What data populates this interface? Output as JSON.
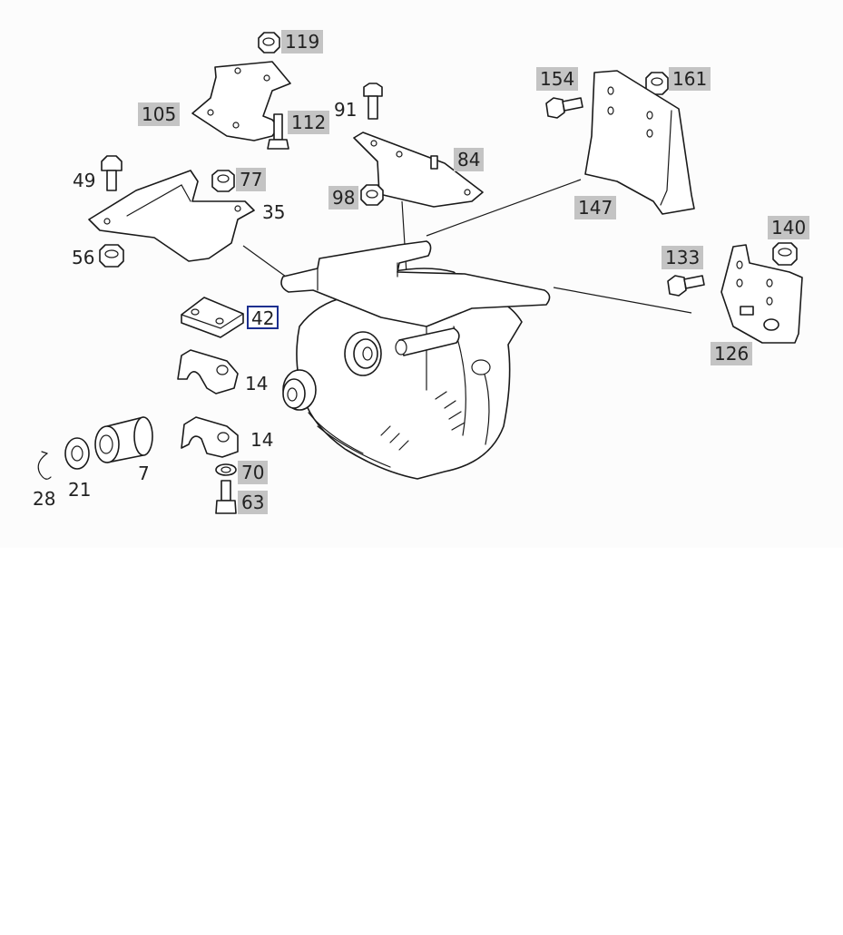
{
  "diagram": {
    "colors": {
      "background": "#fcfcfc",
      "line": "#1a1a1a",
      "label_shade": "#c4c4c4",
      "selected_border": "#1c2f8f"
    },
    "labels": {
      "p119": "119",
      "p105": "105",
      "p112": "112",
      "p91": "91",
      "p154": "154",
      "p161": "161",
      "p84": "84",
      "p49": "49",
      "p77": "77",
      "p35": "35",
      "p98": "98",
      "p147": "147",
      "p140": "140",
      "p56": "56",
      "p133": "133",
      "p42": "42",
      "p126": "126",
      "p14a": "14",
      "p14b": "14",
      "p70": "70",
      "p7": "7",
      "p21": "21",
      "p28": "28",
      "p63": "63"
    },
    "selected_part": "42"
  }
}
